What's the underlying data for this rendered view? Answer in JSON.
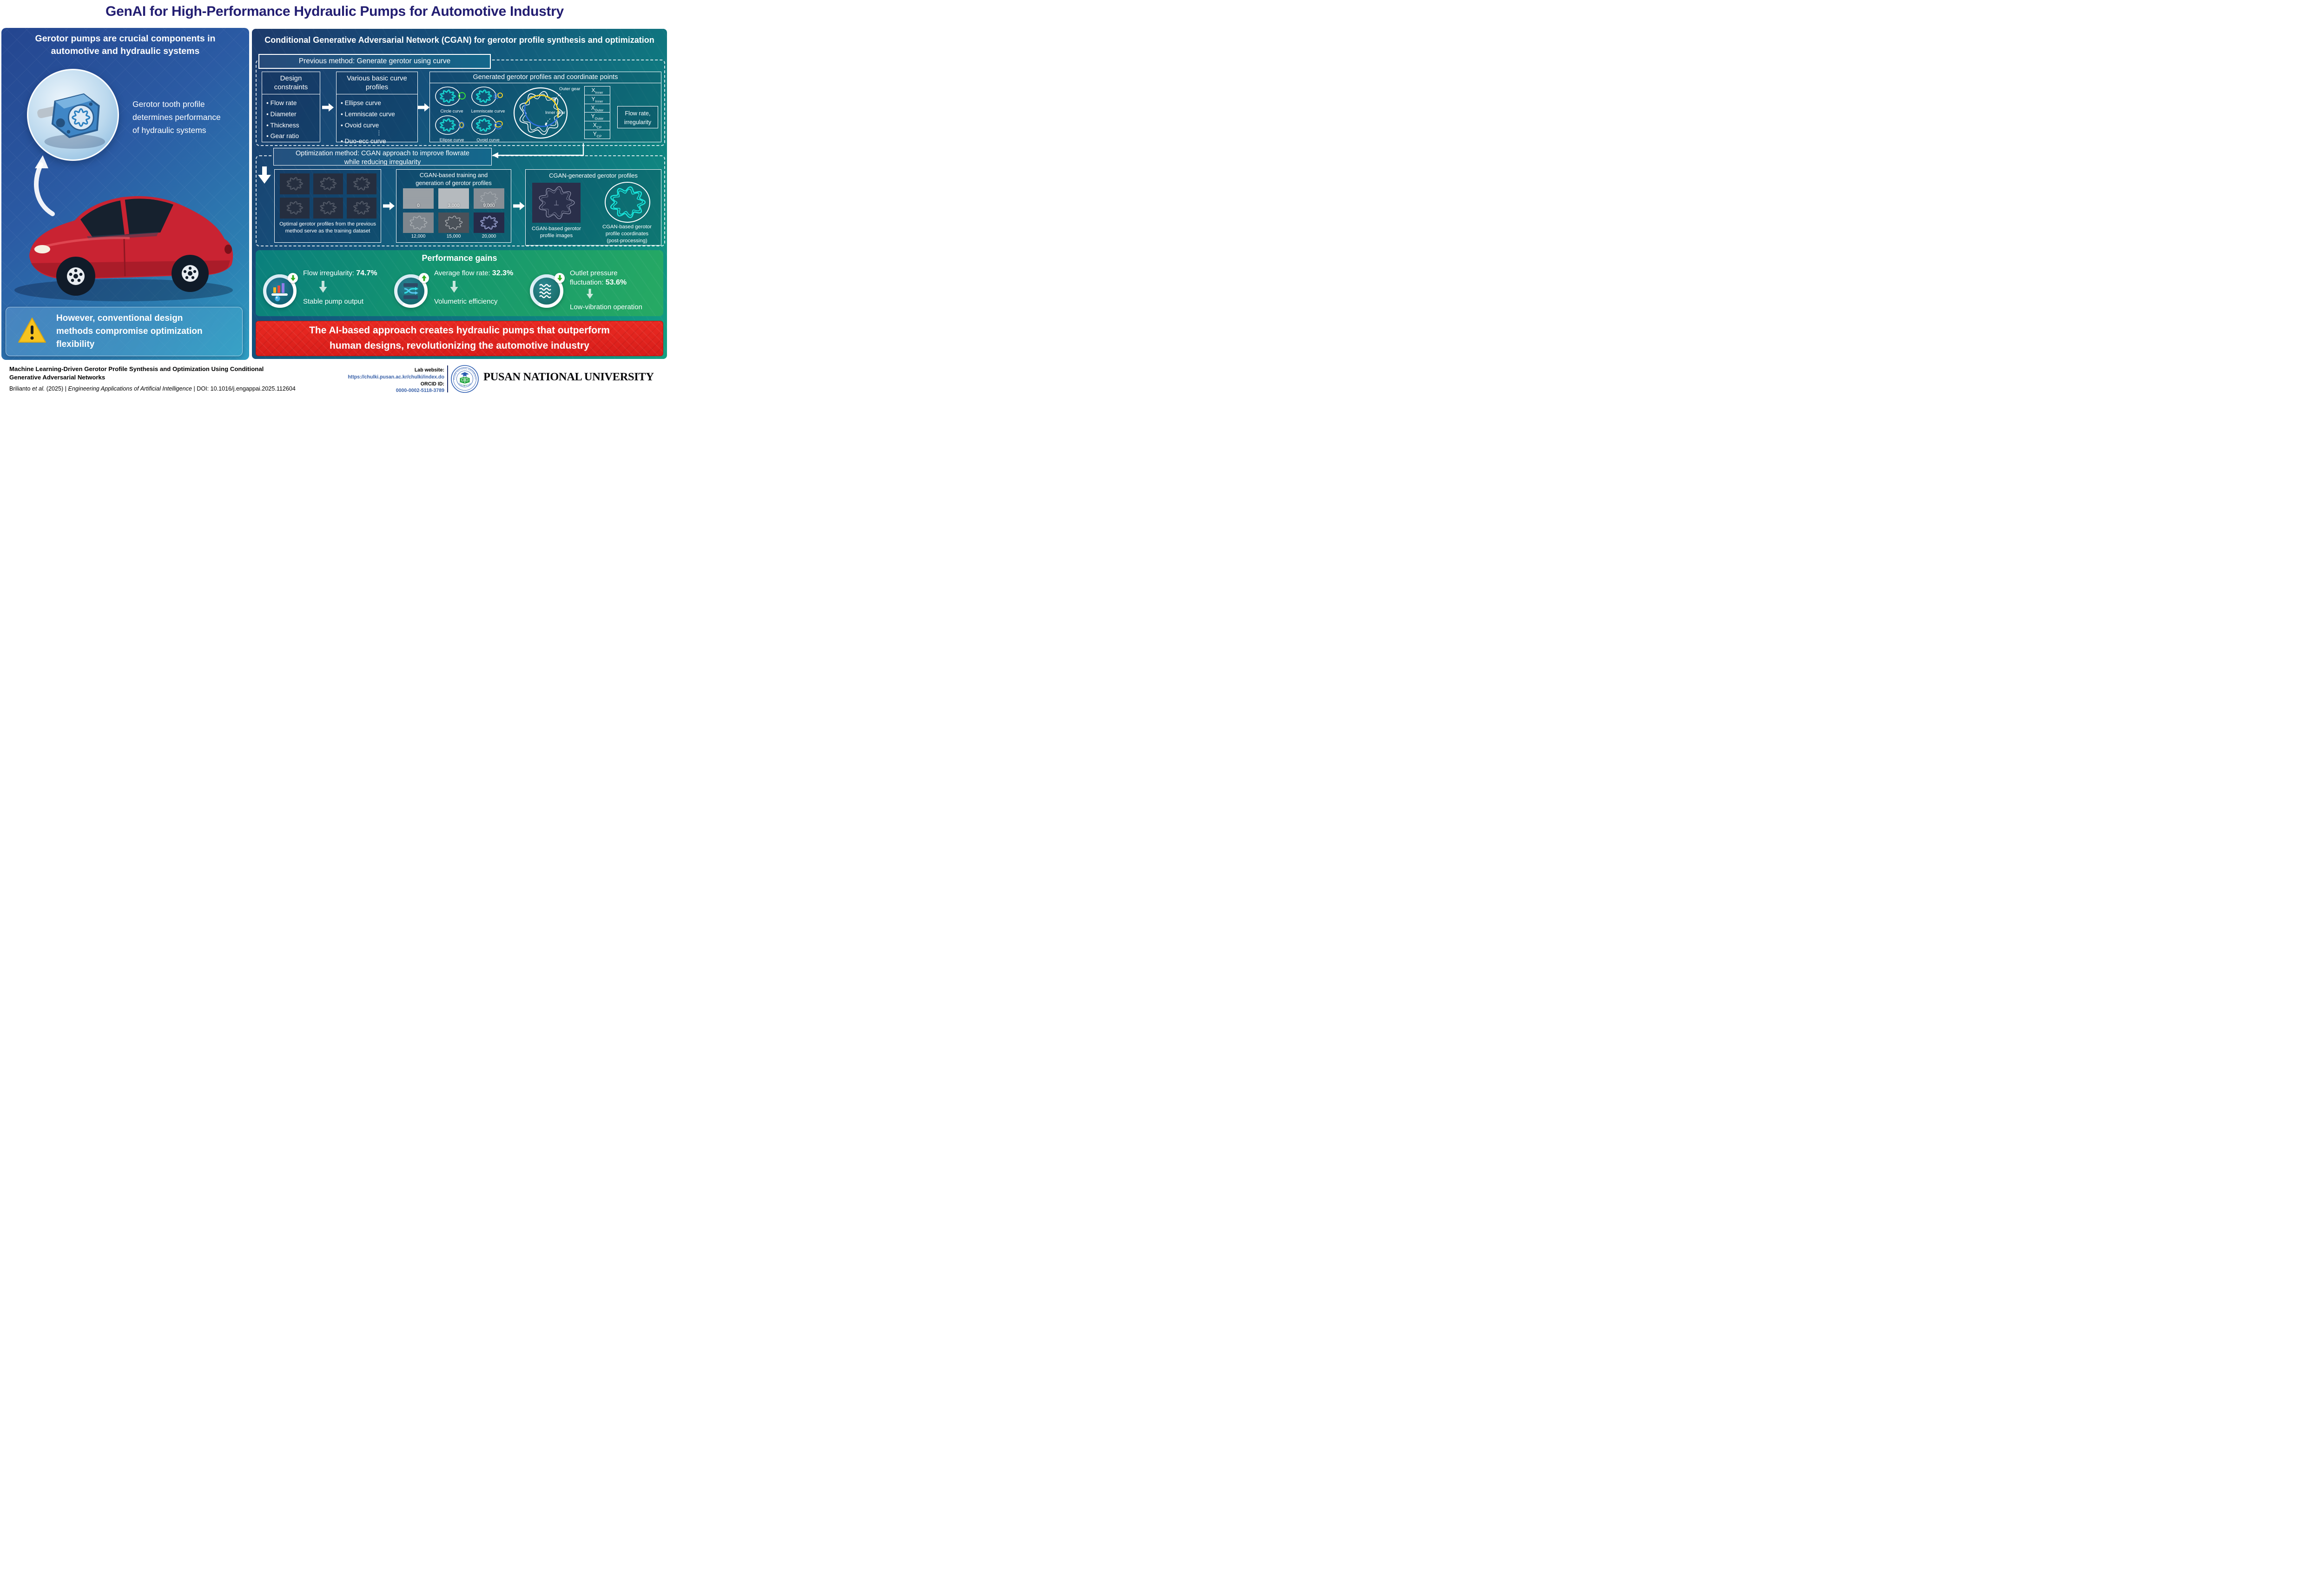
{
  "title": "GenAI for High-Performance Hydraulic Pumps for Automotive Industry",
  "colors": {
    "title_navy": "#221d71",
    "panel_blue": "#2b5ba4",
    "panel_teal": "#0e7e80",
    "performance_green": "#14956f",
    "banner_red": "#d81d1a",
    "profile_cyan": "#19e6dc",
    "curve_green": "#35e03a",
    "curve_blue": "#2e6fe0",
    "curve_yellow": "#ffd821",
    "warning_yellow": "#f7c31f",
    "arrow_green": "#2fae1d",
    "link_blue": "#3a62a9",
    "pnu_blue": "#2a5bb0",
    "pnu_green": "#1fa33c"
  },
  "left": {
    "heading1": "Gerotor pumps are crucial components in",
    "heading2": "automotive and hydraulic systems",
    "pump_caption1": "Gerotor tooth profile",
    "pump_caption2": "determines performance",
    "pump_caption3": "of hydraulic systems",
    "warning1": "However, conventional design",
    "warning2": "methods compromise optimization",
    "warning3": "flexibility"
  },
  "cgan": {
    "header": "Conditional Generative Adversarial Network (CGAN) for gerotor profile synthesis and optimization",
    "previous": {
      "title": "Previous method: Generate gerotor using curve",
      "design": {
        "title1": "Design",
        "title2": "constraints",
        "items": [
          "• Flow rate",
          "• Diameter",
          "• Thickness",
          "• Gear ratio"
        ]
      },
      "curves": {
        "title1": "Various basic curve",
        "title2": "profiles",
        "items": [
          "• Ellipse curve",
          "• Lemniscate curve",
          "• Ovoid curve"
        ],
        "ellipsis": "⋮",
        "more": "• Duo-ecc curve"
      },
      "generated": {
        "title": "Generated gerotor profiles and coordinate points",
        "profiles": [
          "Circle curve",
          "Lemniscate curve",
          "Ellipse curve",
          "Ovoid curve"
        ],
        "outer_gear": "Outer gear",
        "inner_gear": "Inner gear",
        "table": [
          {
            "m": "X",
            "s": "Inner"
          },
          {
            "m": "Y",
            "s": "Inner"
          },
          {
            "m": "X",
            "s": "Outer"
          },
          {
            "m": "Y",
            "s": "Outer"
          },
          {
            "m": "X",
            "s": "CP"
          },
          {
            "m": "Y",
            "s": "CP"
          }
        ],
        "output1": "Flow rate,",
        "output2": "irregularity"
      }
    },
    "optimization": {
      "line1": "Optimization method: CGAN approach to improve flowrate",
      "line2": "while reducing irregularity"
    },
    "dataset": {
      "caption1": "Optimal gerotor profiles from the previous",
      "caption2": "method serve as the training dataset"
    },
    "training": {
      "title1": "CGAN-based training and",
      "title2": "generation of gerotor profiles",
      "epochs": [
        "0",
        "3,000",
        "9,000",
        "12,000",
        "15,000",
        "20,000"
      ]
    },
    "generated": {
      "title": "CGAN-generated gerotor profiles",
      "cap_img1": "CGAN-based gerotor",
      "cap_img2": "profile images",
      "cap_co1": "CGAN-based gerotor",
      "cap_co2": "profile coordinates",
      "cap_co3": "(post-processing)"
    },
    "performance": {
      "title": "Performance gains",
      "m1": {
        "label": "Flow irregularity:",
        "value": "74.7%",
        "result": "Stable pump output"
      },
      "m2": {
        "label": "Average flow rate:",
        "value": "32.3%",
        "result": "Volumetric efficiency"
      },
      "m3": {
        "label1": "Outlet pressure",
        "label2": "fluctuation:",
        "value": "53.6%",
        "result": "Low-vibration operation"
      }
    },
    "banner1": "The AI-based approach creates hydraulic pumps that outperform",
    "banner2": "human designs, revolutionizing the automotive industry"
  },
  "footer": {
    "paper_title1": "Machine Learning-Driven Gerotor Profile Synthesis and Optimization Using Conditional",
    "paper_title2": "Generative Adversarial Networks",
    "cite_author": "Brilianto ",
    "cite_etal": "et al.",
    "cite_mid": " (2025) | ",
    "cite_journal": "Engineering Applications of Artificial Intelligence",
    "cite_doi": " | DOI: 10.1016/j.engappai.2025.112604",
    "lab_label": "Lab website:",
    "lab_url": "https://chulki.pusan.ac.kr/chulki/index.do",
    "orcid_label": "ORCID ID:",
    "orcid": "0000-0002-5118-3789",
    "university": "PUSAN NATIONAL UNIVERSITY",
    "seal_top": "PUSAN NATIONAL UNIVERSITY",
    "seal_bottom": "· SINCE 1946 ·",
    "seal_year": "1946"
  }
}
